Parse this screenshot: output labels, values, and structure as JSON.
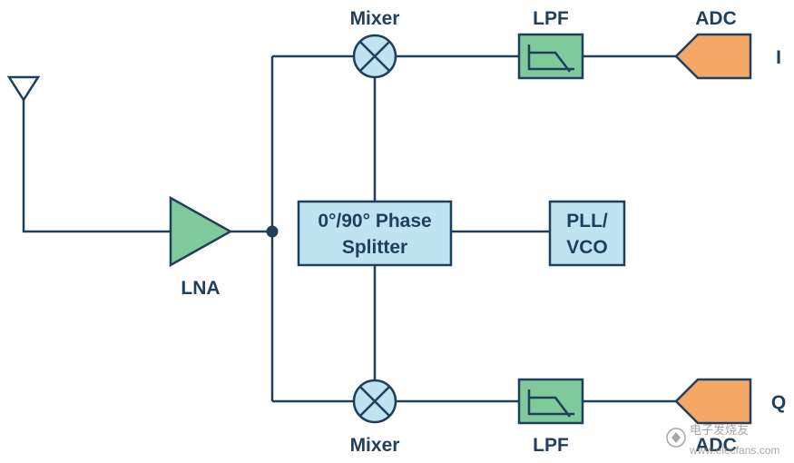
{
  "labels": {
    "mixer_top": "Mixer",
    "mixer_bottom": "Mixer",
    "lpf_top": "LPF",
    "lpf_bottom": "LPF",
    "adc_top": "ADC",
    "adc_bottom": "ADC",
    "output_i": "I",
    "output_q": "Q",
    "lna": "LNA",
    "splitter_line1": "0°/90° Phase",
    "splitter_line2": "Splitter",
    "pll_line1": "PLL/",
    "pll_line2": "VCO"
  },
  "watermark": {
    "logo_text": "电子发烧友",
    "url": "www.elecfans.com"
  },
  "colors": {
    "wire": "#1f3f5c",
    "block_blue_fill": "#bfe3f0",
    "block_green_fill": "#7fc99a",
    "adc_fill": "#f5a866",
    "lna_fill": "#7fc99a",
    "mixer_fill": "#bfe3f0"
  },
  "icons": {
    "antenna": "antenna-icon",
    "mixer": "multiplier-circle-icon",
    "filter": "lowpass-response-icon"
  }
}
